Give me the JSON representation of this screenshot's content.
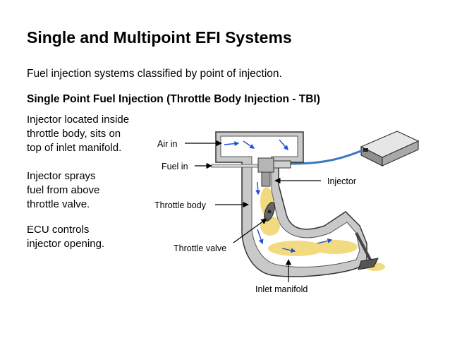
{
  "slide": {
    "title": "Single and Multipoint EFI Systems",
    "subtitle": "Fuel injection systems classified by point of injection.",
    "section_heading": "Single Point Fuel Injection (Throttle Body Injection - TBI)",
    "notes": [
      "Injector located inside\nthrottle body, sits on\ntop of inlet manifold.",
      "Injector sprays\nfuel from above\nthrottle valve.",
      "ECU controls\ninjector opening."
    ]
  },
  "diagram": {
    "labels": {
      "air_in": "Air in",
      "fuel_in": "Fuel in",
      "injector": "Injector",
      "throttle_body": "Throttle body",
      "throttle_valve": "Throttle valve",
      "inlet_manifold": "Inlet manifold"
    },
    "colors": {
      "metal": "#c9c9c9",
      "metal_dark": "#8f8f8f",
      "passage": "#ffffff",
      "air_arrows": "#1f4fd6",
      "fuel_spray": "#efd46b",
      "wire": "#3b78c2",
      "ecu": "#bfbfbf"
    }
  }
}
